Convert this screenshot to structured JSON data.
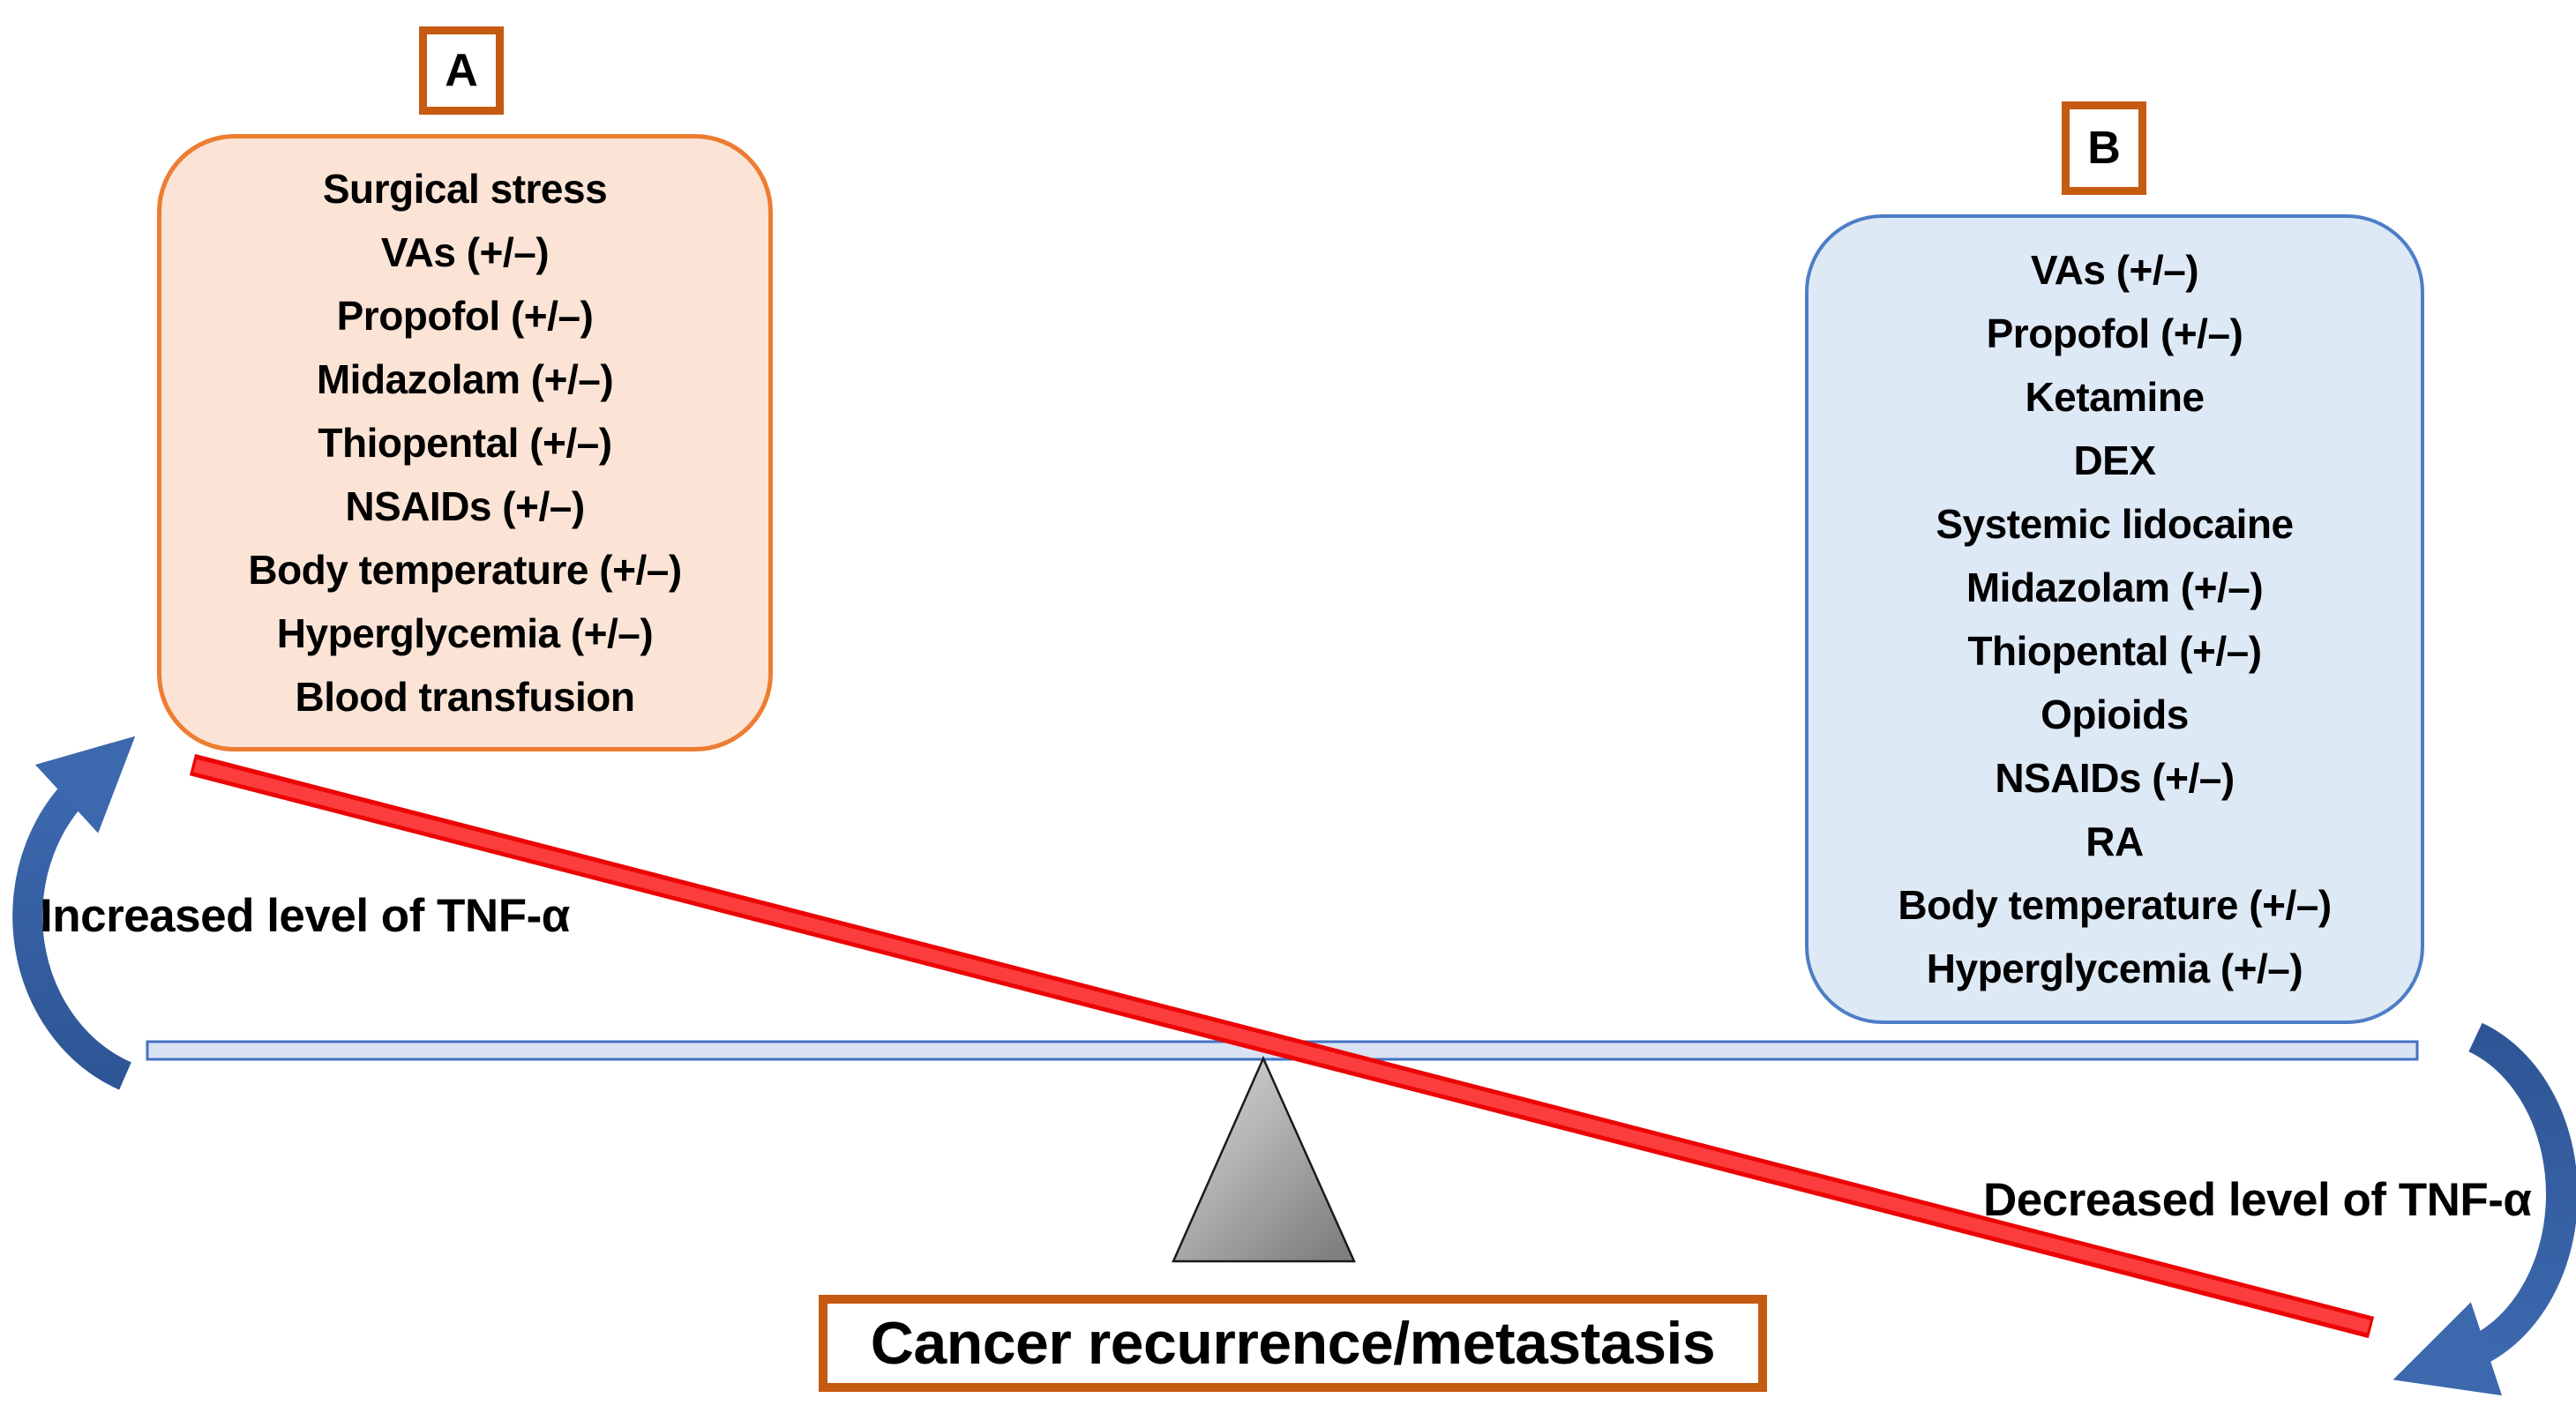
{
  "figure": {
    "panel_a": {
      "label": "A",
      "items": [
        "Surgical stress",
        "VAs (+/–)",
        "Propofol (+/–)",
        "Midazolam (+/–)",
        "Thiopental (+/–)",
        "NSAIDs (+/–)",
        "Body temperature (+/–)",
        "Hyperglycemia (+/–)",
        "Blood transfusion"
      ]
    },
    "panel_b": {
      "label": "B",
      "items": [
        "VAs (+/–)",
        "Propofol (+/–)",
        "Ketamine",
        "DEX",
        "Systemic lidocaine",
        "Midazolam (+/–)",
        "Thiopental (+/–)",
        "Opioids",
        "NSAIDs (+/–)",
        "RA",
        "Body temperature (+/–)",
        "Hyperglycemia (+/–)"
      ]
    },
    "left_annotation": "Increased level of TNF-α",
    "right_annotation": "Decreased level of TNF-α",
    "outcome_label": "Cancer recurrence/metastasis"
  },
  "colors": {
    "panel_a_fill": "#FBE4D6",
    "panel_a_border": "#ED7D31",
    "panel_b_fill": "#DEE9F6",
    "panel_b_border": "#4E7DC6",
    "label_border": "#C55A11",
    "beam_fill": "#D9E2F3",
    "beam_border": "#4472C4",
    "arrow_blue_dark": "#2E5696",
    "arrow_blue": "#3C68AE",
    "red_line": "#FB3D3D",
    "red_line_border": "#EB0505",
    "triangle_light": "#DEDEDE",
    "triangle_dark": "#7F7F7F",
    "triangle_outline": "#1a1a1a"
  }
}
